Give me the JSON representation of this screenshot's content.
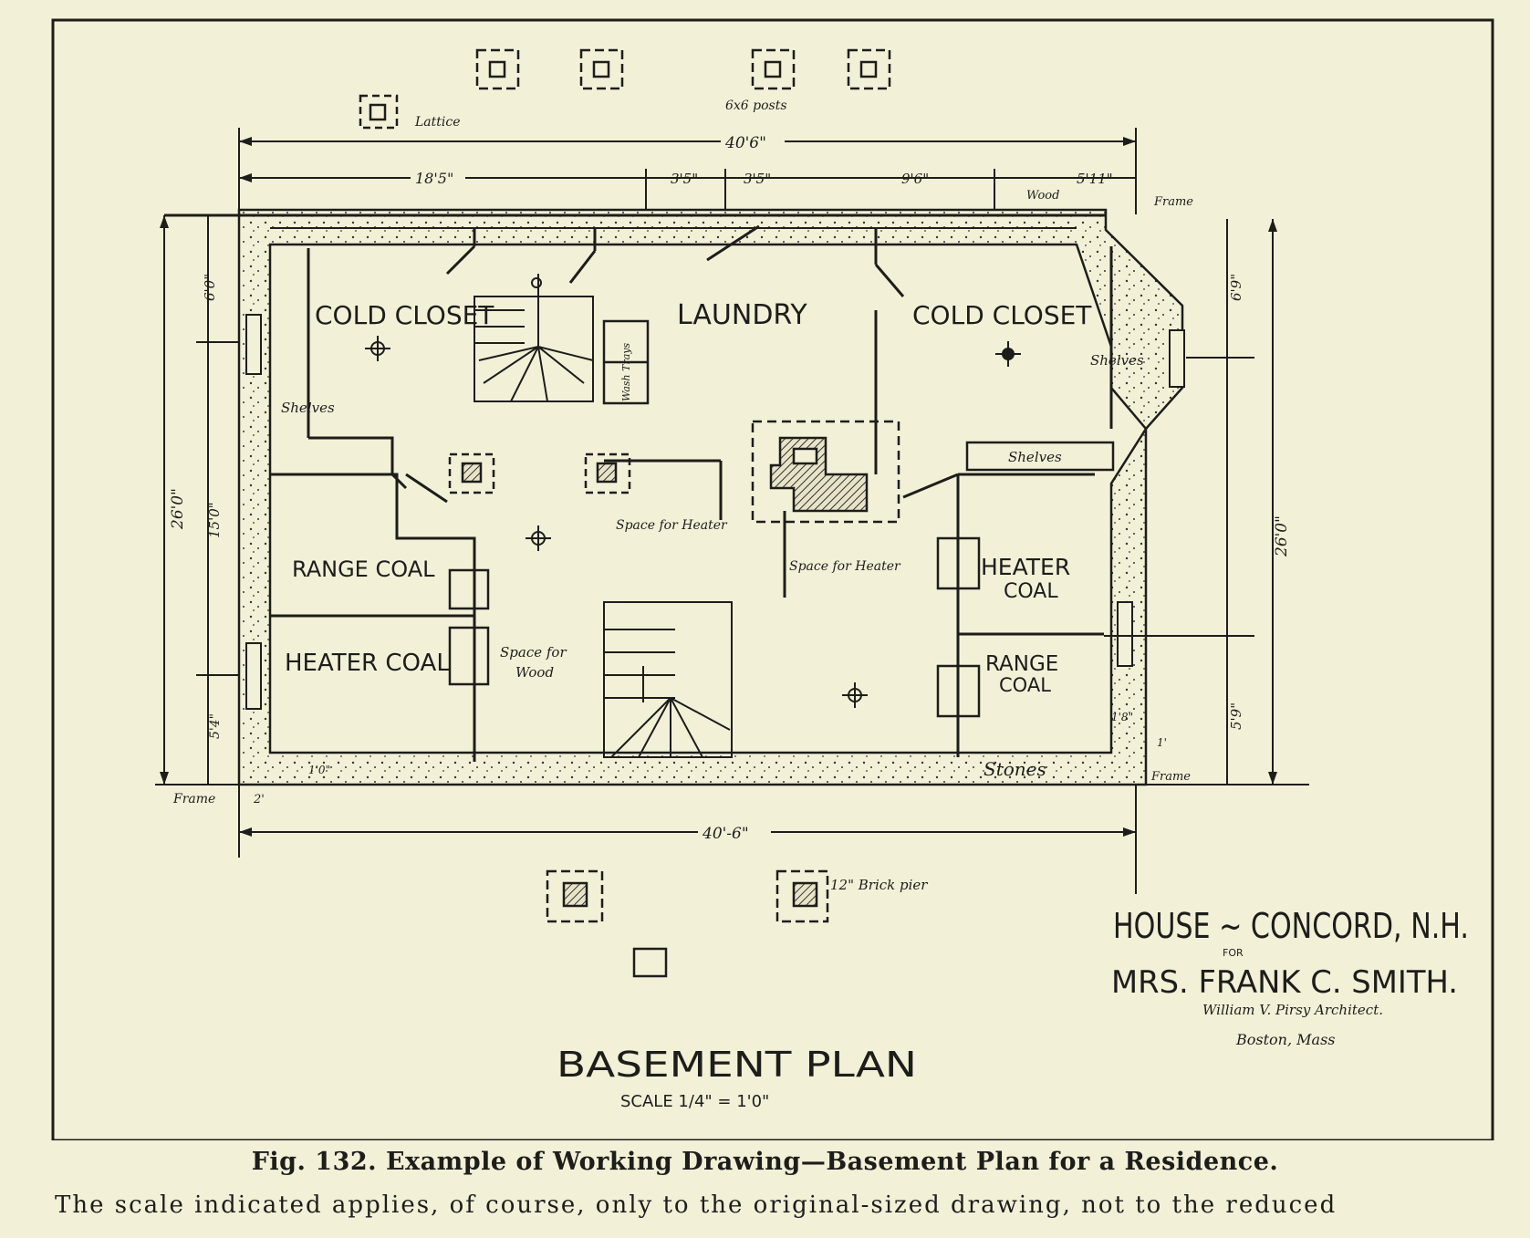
{
  "drawing": {
    "rooms": {
      "cold_closet_left": "COLD CLOSET",
      "laundry": "LAUNDRY",
      "cold_closet_right": "COLD CLOSET",
      "range_coal_left": "RANGE COAL",
      "heater_coal_left": "HEATER COAL",
      "heater_coal_right_1": "HEATER",
      "heater_coal_right_2": "COAL",
      "range_coal_right_1": "RANGE",
      "range_coal_right_2": "COAL"
    },
    "notes": {
      "shelves_left": "Shelves",
      "shelves_right": "Shelves",
      "shelves_bottom": "Shelves",
      "space_heater_1": "Space for Heater",
      "space_heater_2": "Space for Heater",
      "space_wood_1": "Space for",
      "space_wood_2": "Wood",
      "wash_trays": "Wash Trays",
      "stones": "Stones",
      "frame_top": "Frame",
      "frame_left": "Frame",
      "frame_right": "Frame",
      "wood": "Wood",
      "lattice": "Lattice",
      "posts": "6x6 posts",
      "brick_pier": "12\" Brick pier"
    },
    "dimensions": {
      "overall_top": "40'6\"",
      "overall_bottom": "40'-6\"",
      "seg_1": "18'5\"",
      "seg_2": "3'5\"",
      "seg_3": "3'5\"",
      "seg_4": "9'6\"",
      "seg_5": "5'11\"",
      "left_total": "26'0\"",
      "left_top": "6'0\"",
      "left_mid": "15'0\"",
      "left_bot": "5'4\"",
      "right_total": "26'0\"",
      "right_top": "6'9\"",
      "right_bot": "5'9\"",
      "wall_1": "1'0\"",
      "wall_2": "2'",
      "wall_3": "1'8\"",
      "wall_4": "1'"
    },
    "title_block": {
      "line1": "HOUSE ~ CONCORD, N.H.",
      "for": "FOR",
      "line2": "MRS. FRANK C. SMITH.",
      "architect": "William V. Pirsy Architect.",
      "city": "Boston, Mass"
    },
    "plan_title": "BASEMENT PLAN",
    "scale": "SCALE 1/4\" = 1'0\""
  },
  "caption": {
    "title": "Fig. 132.  Example of Working Drawing—Basement Plan for a Residence.",
    "note": "The scale indicated applies, of course, only to the original-sized drawing, not to the reduced"
  }
}
